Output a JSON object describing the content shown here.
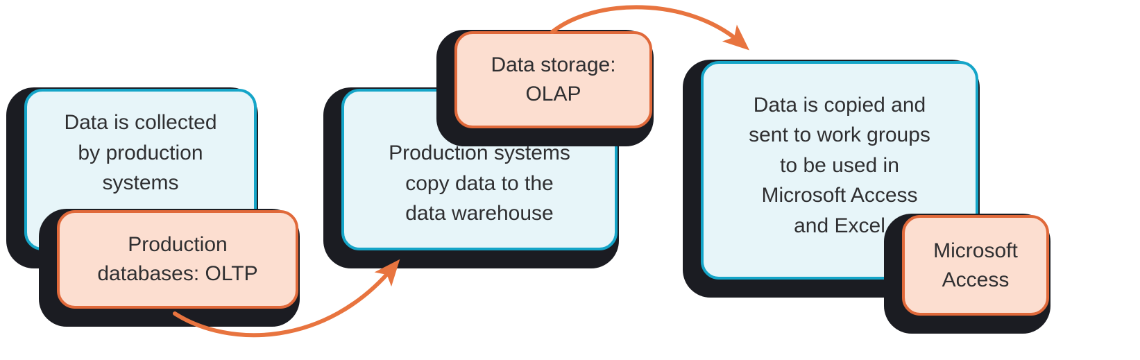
{
  "stages": [
    {
      "id": "collect",
      "text": "Data is collected\nby production\nsystems"
    },
    {
      "id": "copy",
      "text": "Production systems\ncopy data to the\ndata warehouse"
    },
    {
      "id": "distribute",
      "text": "Data is copied and\nsent to work groups\nto be used in\nMicrosoft Access\nand Excel"
    }
  ],
  "labels": [
    {
      "id": "oltp",
      "text": "Production\ndatabases: OLTP"
    },
    {
      "id": "olap",
      "text": "Data storage:\nOLAP"
    },
    {
      "id": "ms-access",
      "text": "Microsoft\nAccess"
    }
  ],
  "colors": {
    "stage_fill": "#e7f5f9",
    "stage_border": "#15a5c8",
    "label_fill": "#fcded0",
    "label_border": "#e0693a",
    "arrow": "#e8743f",
    "shadow": "#1b1c22",
    "text": "#2f2f31"
  }
}
